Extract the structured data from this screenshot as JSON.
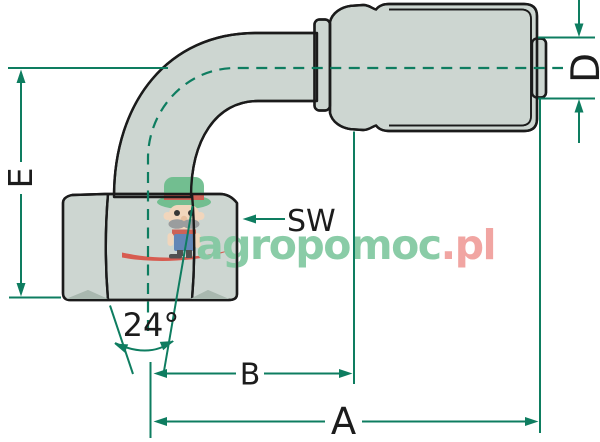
{
  "diagram": {
    "type": "technical-drawing",
    "subject": "90-degree elbow hydraulic hose fitting, side view with dimensions",
    "dimension_labels": {
      "e": "E",
      "d": "D",
      "sw": "SW",
      "angle": "24°",
      "b": "B",
      "a": "A"
    },
    "watermark": {
      "name": "agropomoc",
      "tld": ".pl"
    },
    "colors": {
      "dimension_line": "#0e7d60",
      "outline": "#1b1b1b",
      "body_fill": "#cdd6d1",
      "body_shade": "#a9b8af",
      "watermark_green": "#82c9a1",
      "watermark_pink": "#f09f9c",
      "watermark_red": "#d85347",
      "background": "#ffffff"
    }
  }
}
